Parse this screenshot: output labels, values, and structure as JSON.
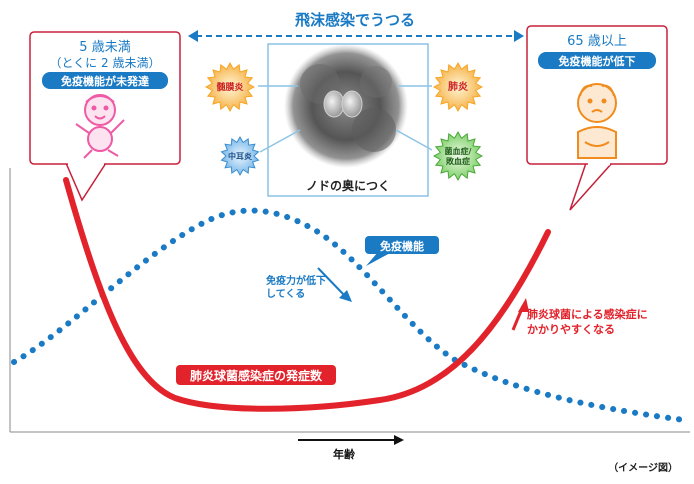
{
  "top_banner": {
    "text": "飛沫感染でうつる"
  },
  "left_box": {
    "title_line1": "5 歳未満",
    "title_line2": "（とくに 2 歳未満）",
    "badge": "免疫機能が未発達"
  },
  "right_box": {
    "title": "65 歳以上",
    "badge": "免疫機能が低下"
  },
  "center_panel": {
    "caption": "ノドの奥につく"
  },
  "bursts": {
    "meningitis": "髄膜炎",
    "otitis": "中耳炎",
    "pneumonia": "肺炎",
    "sepsis_line1": "菌血症/",
    "sepsis_line2": "敗血症"
  },
  "labels": {
    "immunity_tag": "免疫機能",
    "immunity_drop_line1": "免疫力が低下",
    "immunity_drop_line2": "してくる",
    "infection_note_line1": "肺炎球菌による感染症に",
    "infection_note_line2": "かかりやすくなる",
    "incidence_tag": "肺炎球菌感染症の発症数",
    "age_axis": "年齢",
    "image_note": "（イメージ図）"
  },
  "colors": {
    "blue": "#1a7ac4",
    "red": "#e2232b",
    "pink": "#ef5aa6",
    "orange": "#f08c1e",
    "box_border": "#c8203a",
    "panel_border": "#8cc4e6"
  }
}
